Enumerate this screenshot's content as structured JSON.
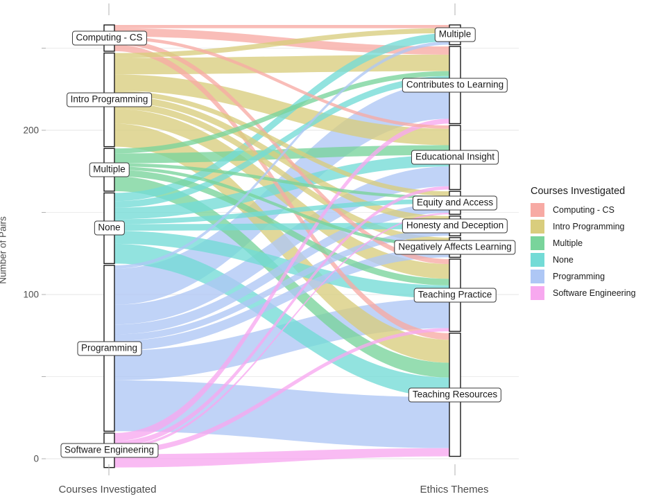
{
  "chart_data": {
    "type": "sankey",
    "title": "",
    "xlabel": "",
    "ylabel": "Number of Pairs",
    "ylim": [
      0,
      265
    ],
    "yticks": [
      0,
      100,
      200
    ],
    "ytick_labels": [
      "0",
      "100",
      "200"
    ],
    "yminor": [
      50,
      150,
      250
    ],
    "grid": true,
    "axis_stages": [
      "Courses Investigated",
      "Ethics Themes"
    ],
    "legend": {
      "title": "Courses Investigated",
      "position": "right",
      "entries": [
        {
          "label": "Computing - CS",
          "color": "#f7aaa4"
        },
        {
          "label": "Intro Programming",
          "color": "#d9cd7d"
        },
        {
          "label": "Multiple",
          "color": "#79d49b"
        },
        {
          "label": "None",
          "color": "#73dbd6"
        },
        {
          "label": "Programming",
          "color": "#aec7f5"
        },
        {
          "label": "Software Engineering",
          "color": "#f7a8ef"
        }
      ]
    },
    "nodes_left": [
      {
        "label": "Computing - CS",
        "value": 16,
        "color": "#f7aaa4"
      },
      {
        "label": "Intro Programming",
        "value": 57,
        "color": "#d9cd7d"
      },
      {
        "label": "Multiple",
        "value": 26,
        "color": "#79d49b"
      },
      {
        "label": "None",
        "value": 43,
        "color": "#73dbd6"
      },
      {
        "label": "Programming",
        "value": 101,
        "color": "#aec7f5"
      },
      {
        "label": "Software Engineering",
        "value": 21,
        "color": "#f7a8ef"
      }
    ],
    "nodes_right": [
      {
        "label": "Multiple",
        "value": 12
      },
      {
        "label": "Contributes to Learning",
        "value": 47
      },
      {
        "label": "Educational Insight",
        "value": 39
      },
      {
        "label": "Equity and Access",
        "value": 14
      },
      {
        "label": "Honesty and Deception",
        "value": 12
      },
      {
        "label": "Negatively Affects Learning",
        "value": 12
      },
      {
        "label": "Teaching Practice",
        "value": 44
      },
      {
        "label": "Teaching Resources",
        "value": 75
      }
    ],
    "links": [
      {
        "source": "Computing - CS",
        "target": "Multiple",
        "value": 2
      },
      {
        "source": "Computing - CS",
        "target": "Contributes to Learning",
        "value": 5
      },
      {
        "source": "Computing - CS",
        "target": "Educational Insight",
        "value": 2
      },
      {
        "source": "Computing - CS",
        "target": "Teaching Practice",
        "value": 3
      },
      {
        "source": "Computing - CS",
        "target": "Teaching Resources",
        "value": 4
      },
      {
        "source": "Intro Programming",
        "target": "Multiple",
        "value": 3
      },
      {
        "source": "Intro Programming",
        "target": "Contributes to Learning",
        "value": 10
      },
      {
        "source": "Intro Programming",
        "target": "Educational Insight",
        "value": 10
      },
      {
        "source": "Intro Programming",
        "target": "Equity and Access",
        "value": 3
      },
      {
        "source": "Intro Programming",
        "target": "Honesty and Deception",
        "value": 4
      },
      {
        "source": "Intro Programming",
        "target": "Negatively Affects Learning",
        "value": 4
      },
      {
        "source": "Intro Programming",
        "target": "Teaching Practice",
        "value": 9
      },
      {
        "source": "Intro Programming",
        "target": "Teaching Resources",
        "value": 14
      },
      {
        "source": "Multiple",
        "target": "Educational Insight",
        "value": 6
      },
      {
        "source": "Multiple",
        "target": "Contributes to Learning",
        "value": 3
      },
      {
        "source": "Multiple",
        "target": "Teaching Practice",
        "value": 4
      },
      {
        "source": "Multiple",
        "target": "Teaching Resources",
        "value": 9
      },
      {
        "source": "Multiple",
        "target": "Equity and Access",
        "value": 2
      },
      {
        "source": "Multiple",
        "target": "Negatively Affects Learning",
        "value": 2
      },
      {
        "source": "None",
        "target": "Multiple",
        "value": 5
      },
      {
        "source": "None",
        "target": "Educational Insight",
        "value": 7
      },
      {
        "source": "None",
        "target": "Honesty and Deception",
        "value": 4
      },
      {
        "source": "None",
        "target": "Teaching Practice",
        "value": 8
      },
      {
        "source": "None",
        "target": "Teaching Resources",
        "value": 12
      },
      {
        "source": "None",
        "target": "Contributes to Learning",
        "value": 4
      },
      {
        "source": "None",
        "target": "Equity and Access",
        "value": 3
      },
      {
        "source": "Programming",
        "target": "Contributes to Learning",
        "value": 22
      },
      {
        "source": "Programming",
        "target": "Educational Insight",
        "value": 12
      },
      {
        "source": "Programming",
        "target": "Equity and Access",
        "value": 6
      },
      {
        "source": "Programming",
        "target": "Honesty and Deception",
        "value": 4
      },
      {
        "source": "Programming",
        "target": "Negatively Affects Learning",
        "value": 6
      },
      {
        "source": "Programming",
        "target": "Teaching Practice",
        "value": 18
      },
      {
        "source": "Programming",
        "target": "Teaching Resources",
        "value": 31
      },
      {
        "source": "Programming",
        "target": "Multiple",
        "value": 2
      },
      {
        "source": "Software Engineering",
        "target": "Contributes to Learning",
        "value": 3
      },
      {
        "source": "Software Engineering",
        "target": "Teaching Practice",
        "value": 2
      },
      {
        "source": "Software Engineering",
        "target": "Teaching Resources",
        "value": 5
      },
      {
        "source": "Software Engineering",
        "target": "Educational Insight",
        "value": 2
      },
      {
        "source": "Software Engineering",
        "target": "Equity and Access",
        "value": 1
      }
    ]
  },
  "axis": {
    "y_title": "Number of Pairs",
    "x_left_label": "Courses Investigated",
    "x_right_label": "Ethics Themes",
    "tick_0": "0",
    "tick_100": "100",
    "tick_200": "200"
  },
  "legend": {
    "title": "Courses Investigated",
    "items": [
      {
        "label": "Computing - CS"
      },
      {
        "label": "Intro Programming"
      },
      {
        "label": "Multiple"
      },
      {
        "label": "None"
      },
      {
        "label": "Programming"
      },
      {
        "label": "Software Engineering"
      }
    ]
  },
  "left_labels": [
    {
      "label": "Computing - CS"
    },
    {
      "label": "Intro Programming"
    },
    {
      "label": "Multiple"
    },
    {
      "label": "None"
    },
    {
      "label": "Programming"
    },
    {
      "label": "Software Engineering"
    }
  ],
  "right_labels": [
    {
      "label": "Multiple"
    },
    {
      "label": "Contributes to Learning"
    },
    {
      "label": "Educational Insight"
    },
    {
      "label": "Equity and Access"
    },
    {
      "label": "Honesty and Deception"
    },
    {
      "label": "Negatively Affects Learning"
    },
    {
      "label": "Teaching Practice"
    },
    {
      "label": "Teaching Resources"
    }
  ]
}
